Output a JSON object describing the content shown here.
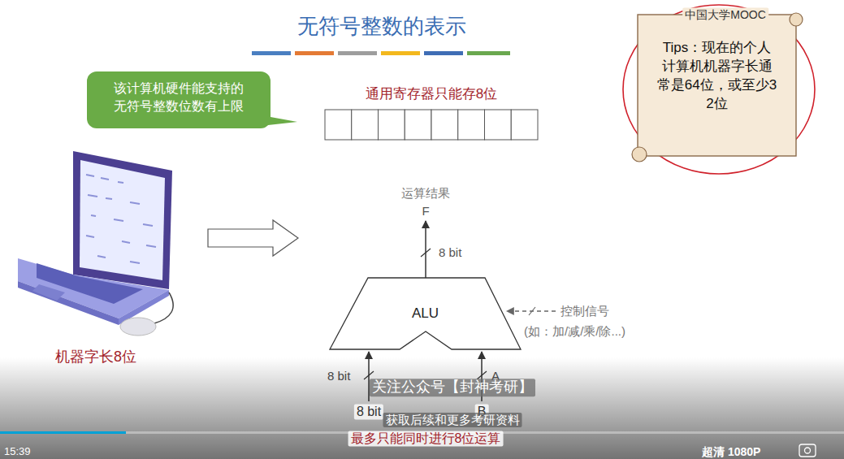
{
  "diagram": {
    "title": "无符号整数的表示",
    "nodes": [
      {
        "text": [
          "该计算机硬件能支持的 无符号整数位数有上限"
        ]
      },
      {
        "text": [
          "ALU"
        ]
      },
      {
        "text": [
          "Tips：现在的个人计算机机器字长通常是64位，或至少32位"
        ]
      }
    ],
    "labels": [
      "通用寄存器只能存8位",
      "运算结果",
      "F",
      "8 bit",
      "控制信号",
      "(如：加/减/乘/除...)",
      "8 bit",
      "A",
      "8 bit",
      "B",
      "机器字长8位",
      "关注公众号【封神考研】",
      "获取后续和更多考研资料",
      "最多只能同时进行8位运算",
      "中国大学MOOC",
      "15:39",
      "超清 1080P"
    ]
  }
}
